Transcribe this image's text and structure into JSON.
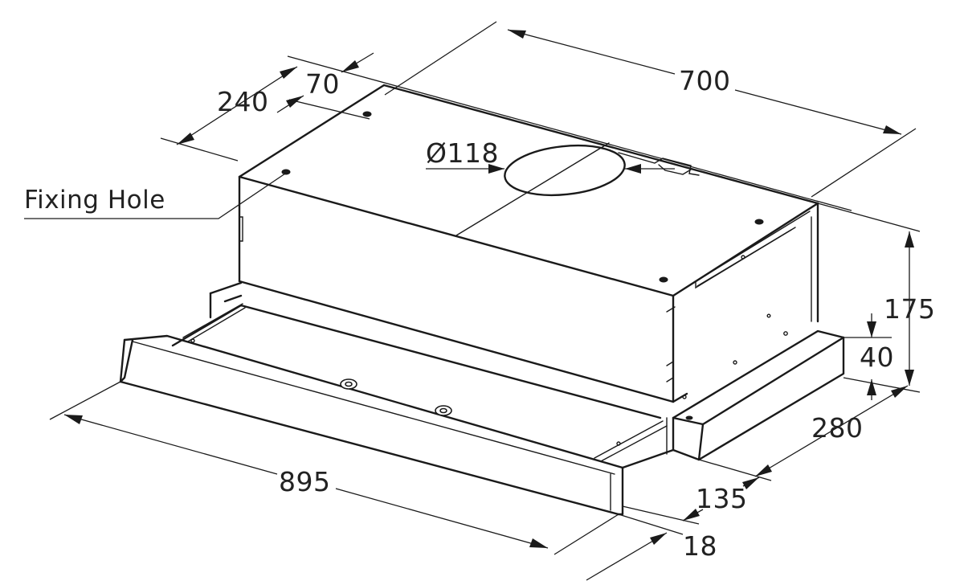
{
  "labels": {
    "d700": "700",
    "d70": "70",
    "d240": "240",
    "d118": "Ø118",
    "fixing": "Fixing Hole",
    "d175": "175",
    "d40": "40",
    "d280": "280",
    "d895": "895",
    "d135": "135",
    "d18": "18"
  },
  "colors": {
    "line": "#1a1a1a",
    "text": "#222222",
    "background": "#ffffff"
  }
}
